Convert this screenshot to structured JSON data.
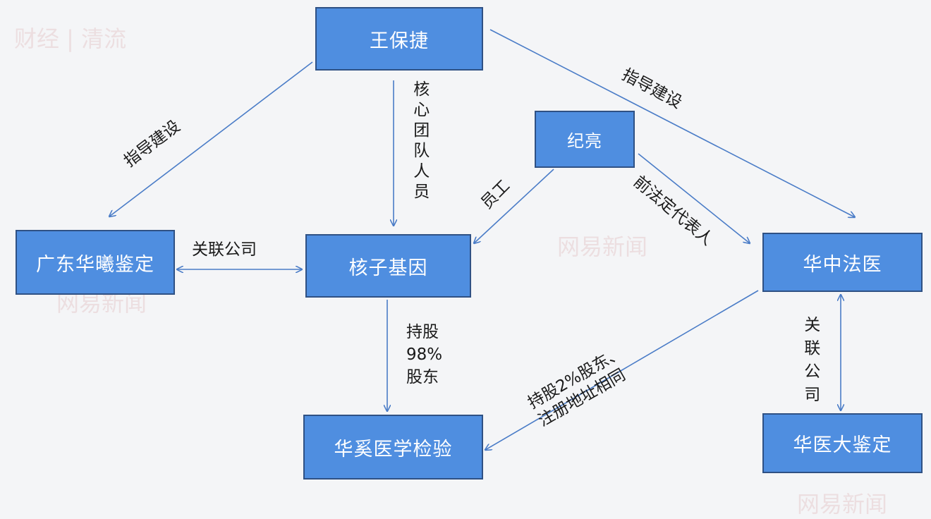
{
  "colors": {
    "node_fill": "#4f8ee0",
    "node_border": "#2f5184",
    "edge": "#4a7cc7",
    "background": "#f4f5f7"
  },
  "watermark": {
    "brand": "网易新闻",
    "column": "财经 | 清流"
  },
  "nodes": {
    "wang": "王保捷",
    "ji": "纪亮",
    "guangdong": "广东华曦鉴定",
    "hezi": "核子基因",
    "huazhong": "华中法医",
    "huaxi": "华奚医学检验",
    "huayida": "华医大鉴定"
  },
  "edges": {
    "wang_guangdong": "指导建设",
    "wang_hezi": "核心团队人员",
    "wang_huazhong": "指导建设",
    "ji_hezi": "员工",
    "ji_huazhong": "前法定代表人",
    "guangdong_hezi": "关联公司",
    "hezi_huaxi": [
      "持股",
      "98%",
      "股东"
    ],
    "huazhong_huaxi": [
      "持股2%股东、",
      "注册地址相同"
    ],
    "huazhong_huayida": "关联公司"
  }
}
